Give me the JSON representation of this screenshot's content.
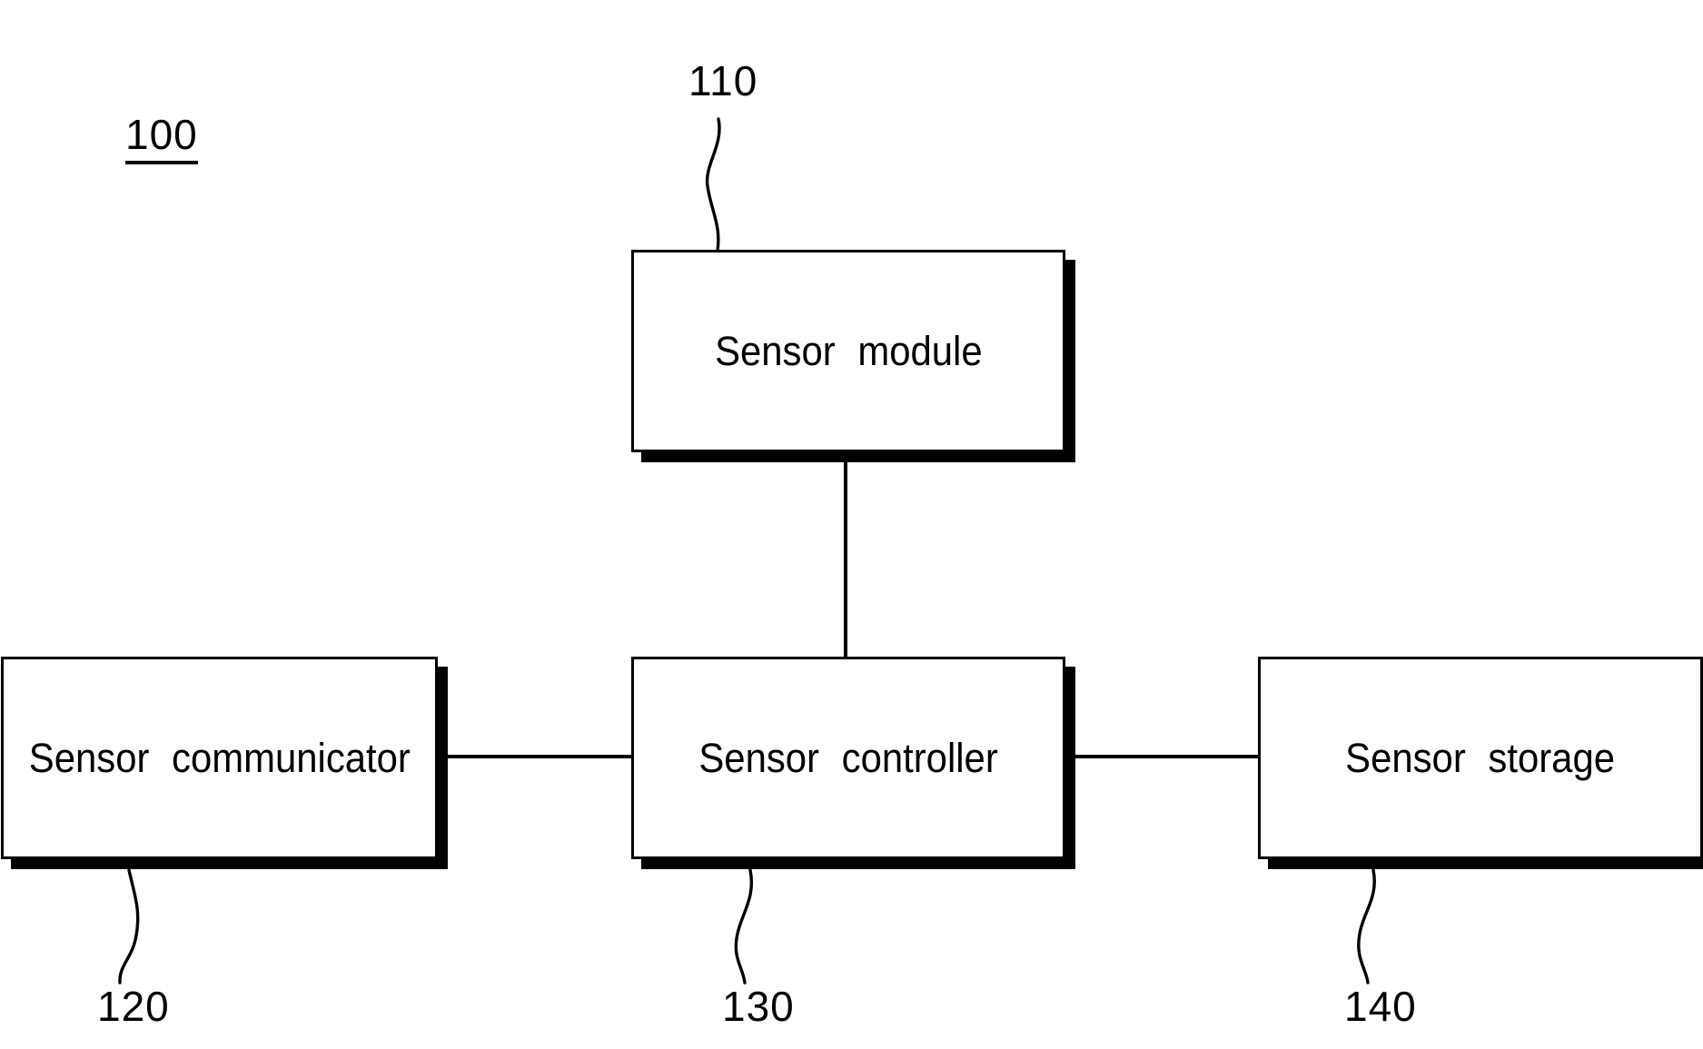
{
  "figure": {
    "system_label": "100",
    "blocks": [
      {
        "id": "sensor-module",
        "label": "Sensor module",
        "ref": "110"
      },
      {
        "id": "sensor-communicator",
        "label": "Sensor communicator",
        "ref": "120"
      },
      {
        "id": "sensor-controller",
        "label": "Sensor controller",
        "ref": "130"
      },
      {
        "id": "sensor-storage",
        "label": "Sensor storage",
        "ref": "140"
      }
    ],
    "colors": {
      "line": "#000000",
      "fill": "#ffffff",
      "shadow": "#000000"
    }
  }
}
